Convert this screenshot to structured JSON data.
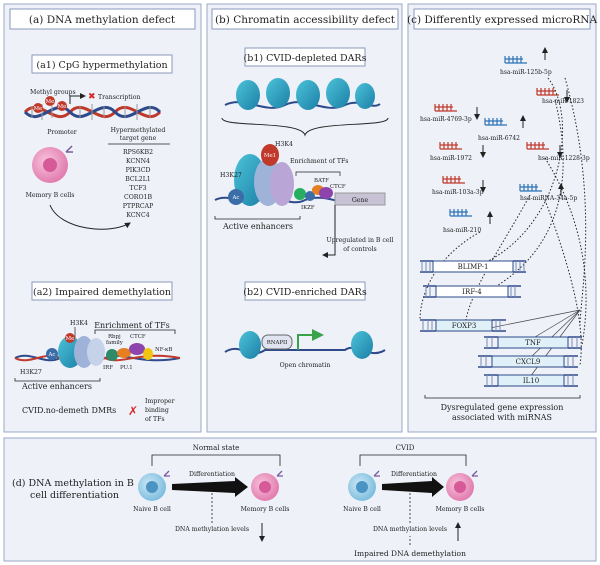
{
  "panel_a": {
    "title": "(a) DNA methylation defect",
    "a1_title": "(a1) CpG hypermethylation",
    "methyl_groups": "Methyl groups",
    "transcription": "Transcription",
    "promoter": "Promoter",
    "hyper_label": [
      "Hypermethylated",
      "target gene"
    ],
    "genes": [
      "RPS6KB2",
      "KCNN4",
      "PIK3CD",
      "BCL2L1",
      "TCF3",
      "CORO1B",
      "PTPRCAP",
      "KCNC4"
    ],
    "memory_b": "Memory B cells",
    "a2_title": "(a2) Impaired demethylation",
    "enrichment_tfs": "Enrichment of TFs",
    "h3k4": "H3K4",
    "h3k27": "H3K27",
    "rbpj": [
      "Rbpj",
      "family"
    ],
    "ctcf": "CTCF",
    "nfkb": "NF-κB",
    "irf": "IRF",
    "pu1": "PU.1",
    "active_enhancers": "Active enhancers",
    "dmrs": "CVID.no-demeth DMRs",
    "improper": [
      "Improper",
      "binding",
      "of TFs"
    ]
  },
  "panel_b": {
    "title": "(b) Chromatin accessibility defect",
    "b1_title": "(b1) CVID-depleted DARs",
    "h3k4": "H3K4",
    "me1": "Me1",
    "ac": "Ac",
    "h3k27": "H3K27",
    "enrichment_tfs": "Enrichment of TFs",
    "batf": "BATF",
    "ctcf": "CTCF",
    "ikzf": "IKZF",
    "gene": "Gene",
    "active_enhancers": "Active enhancers",
    "upregulated": [
      "Upregulated in B cell",
      "of controls"
    ],
    "b2_title": "(b2) CVID-enriched DARs",
    "rnapii": "RNAPII",
    "open_chromatin": "Open chromatin"
  },
  "panel_c": {
    "title": "(c) Differently expressed microRNA",
    "mirnas": [
      "hsa-miR-125b-5p",
      "hsa-miR-1823",
      "hsa-miR-4769-3p",
      "hsa-miR-6742",
      "hsa-miR-1972",
      "hsa-miR-1228-3p",
      "hsa-miR-103a-3p",
      "hsa-miRNA-34a-5p",
      "hsa-miR-210"
    ],
    "genes": [
      "BLIMP-1",
      "IRF-4",
      "FOXP3",
      "TNF",
      "CXCL9",
      "IL10"
    ],
    "footer": [
      "Dysregulated gene expression",
      "associated with miRNAS"
    ]
  },
  "panel_d": {
    "title": [
      "(d) DNA methylation in B",
      "cell differentiation"
    ],
    "normal_state": "Normal state",
    "cvid": "CVID",
    "differentiation": "Differentiation",
    "naive_b": "Naive B cell",
    "memory_b": "Memory B cells",
    "dna_levels": "DNA methylation levels",
    "impaired": "Impaired DNA demethylation"
  }
}
